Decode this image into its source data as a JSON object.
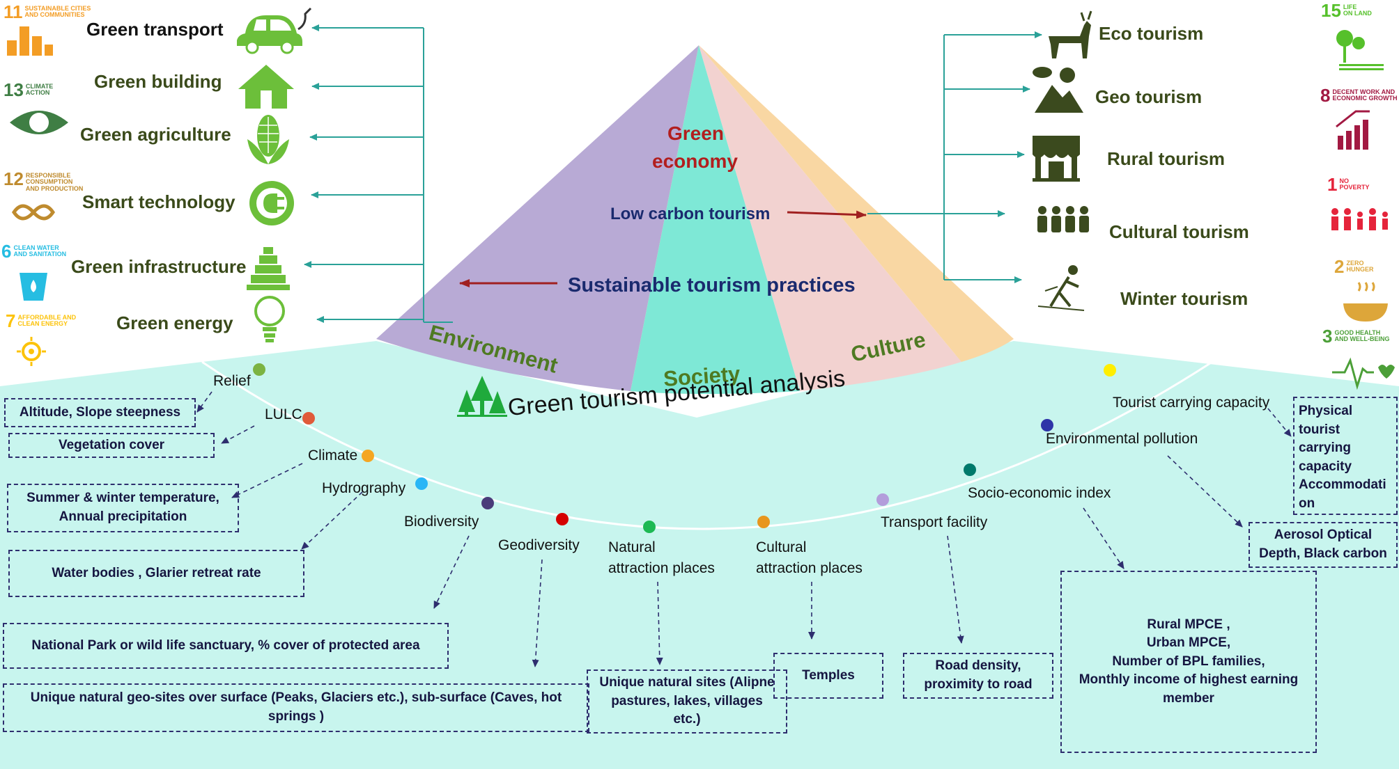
{
  "center": {
    "green_economy_line1": "Green",
    "green_economy_line2": "economy",
    "low_carbon": "Low carbon tourism",
    "sustainable": "Sustainable tourism practices",
    "analysis": "Green tourism potential analysis"
  },
  "pillars": {
    "environment": "Environment",
    "society": "Society",
    "culture": "Culture"
  },
  "green_items": [
    "Green transport",
    "Green building",
    "Green agriculture",
    "Smart technology",
    "Green infrastructure",
    "Green energy"
  ],
  "tourism_types": [
    "Eco tourism",
    "Geo tourism",
    "Rural tourism",
    "Cultural tourism",
    "Winter tourism"
  ],
  "sdg_left": [
    {
      "num": "11",
      "line1": "SUSTAINABLE CITIES",
      "line2": "AND COMMUNITIES",
      "line3": "",
      "color": "#f39d25"
    },
    {
      "num": "13",
      "line1": "CLIMATE",
      "line2": "ACTION",
      "line3": "",
      "color": "#3f7e44"
    },
    {
      "num": "12",
      "line1": "RESPONSIBLE",
      "line2": "CONSUMPTION",
      "line3": "AND PRODUCTION",
      "color": "#bf8b2e"
    },
    {
      "num": "6",
      "line1": "CLEAN WATER",
      "line2": "AND SANITATION",
      "line3": "",
      "color": "#26bde2"
    },
    {
      "num": "7",
      "line1": "AFFORDABLE AND",
      "line2": "CLEAN ENERGY",
      "line3": "",
      "color": "#fcc30b"
    }
  ],
  "sdg_right": [
    {
      "num": "15",
      "line1": "LIFE",
      "line2": "ON LAND",
      "color": "#56c02b"
    },
    {
      "num": "8",
      "line1": "DECENT WORK AND",
      "line2": "ECONOMIC GROWTH",
      "color": "#a21942"
    },
    {
      "num": "1",
      "line1": "NO",
      "line2": "POVERTY",
      "color": "#e5243b"
    },
    {
      "num": "2",
      "line1": "ZERO",
      "line2": "HUNGER",
      "color": "#dda63a"
    },
    {
      "num": "3",
      "line1": "GOOD HEALTH",
      "line2": "AND WELL-BEING",
      "color": "#4c9f38"
    }
  ],
  "factors": {
    "relief": "Relief",
    "lulc": "LULC",
    "climate": "Climate",
    "hydrography": "Hydrography",
    "biodiversity": "Biodiversity",
    "geodiversity": "Geodiversity",
    "natural_1": "Natural",
    "natural_2": "attraction places",
    "cultural_1": "Cultural",
    "cultural_2": "attraction places",
    "transport": "Transport facility",
    "socio": "Socio-economic index",
    "pollution": "Environmental pollution",
    "carrying": "Tourist carrying capacity"
  },
  "boxes": {
    "altitude": "Altitude, Slope steepness",
    "vegetation": "Vegetation cover",
    "temp_1": "Summer & winter temperature,",
    "temp_2": "Annual precipitation",
    "water": "Water bodies , Glarier retreat rate",
    "park": "National Park or wild life sanctuary, % cover of protected area",
    "geosites_1": "Unique natural geo-sites over surface (Peaks, Glaciers etc.), sub-surface (Caves, hot",
    "geosites_2": "springs )",
    "natural_1": "Unique natural sites (Alipne",
    "natural_2": "pastures, lakes, villages",
    "natural_3": "etc.)",
    "temples": "Temples",
    "road_1": "Road density,",
    "road_2": "proximity to road",
    "mpce_1": "Rural MPCE ,",
    "mpce_2": "Urban MPCE,",
    "mpce_3": "Number of BPL families,",
    "mpce_4": "Monthly income of highest earning",
    "mpce_5": "member",
    "physical_1": "Physical",
    "physical_2": "tourist",
    "physical_3": "carrying",
    "physical_4": "capacity",
    "physical_5": "Accommodati",
    "physical_6": "on",
    "aerosol_1": "Aerosol Optical",
    "aerosol_2": "Depth, Black carbon"
  },
  "colors": {
    "background_band": "#c8f5ee",
    "purple": "#b8aad5",
    "peach": "#f9d7a3",
    "teal": "#7ee8d6",
    "pink": "#f2d2d0",
    "icon_green": "#6cbf3a",
    "icon_dark": "#3b4a1e",
    "arrow_teal": "#2aa198",
    "arrow_red": "#a02020"
  }
}
